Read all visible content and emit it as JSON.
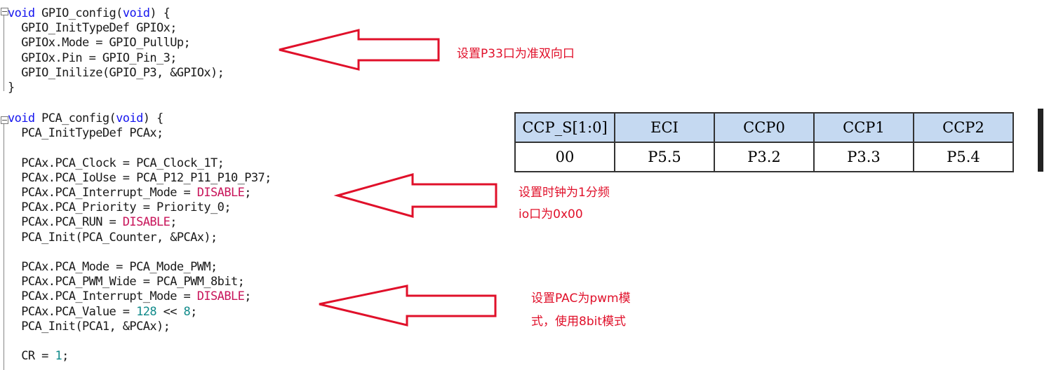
{
  "code": {
    "gpio_block": [
      [
        {
          "t": "void",
          "c": "kw"
        },
        {
          "t": " GPIO_config("
        },
        {
          "t": "void",
          "c": "kw"
        },
        {
          "t": ") {"
        }
      ],
      [
        {
          "t": "  GPIO_InitTypeDef GPIOx;"
        }
      ],
      [
        {
          "t": "  GPIOx.Mode = GPIO_PullUp;"
        }
      ],
      [
        {
          "t": "  GPIOx.Pin = GPIO_Pin_3;"
        }
      ],
      [
        {
          "t": "  GPIO_Inilize(GPIO_P3, &GPIOx);"
        }
      ],
      [
        {
          "t": "}"
        }
      ]
    ],
    "pca_block": [
      [
        {
          "t": "void",
          "c": "kw"
        },
        {
          "t": " PCA_config("
        },
        {
          "t": "void",
          "c": "kw"
        },
        {
          "t": ") {"
        }
      ],
      [
        {
          "t": "  PCA_InitTypeDef PCAx;"
        }
      ],
      [
        {
          "t": ""
        }
      ],
      [
        {
          "t": "  PCAx.PCA_Clock = PCA_Clock_1T;"
        }
      ],
      [
        {
          "t": "  PCAx.PCA_IoUse = PCA_P12_P11_P10_P37;"
        }
      ],
      [
        {
          "t": "  PCAx.PCA_Interrupt_Mode = "
        },
        {
          "t": "DISABLE",
          "c": "mac"
        },
        {
          "t": ";"
        }
      ],
      [
        {
          "t": "  PCAx.PCA_Priority = Priority_0;"
        }
      ],
      [
        {
          "t": "  PCAx.PCA_RUN = "
        },
        {
          "t": "DISABLE",
          "c": "mac"
        },
        {
          "t": ";"
        }
      ],
      [
        {
          "t": "  PCA_Init(PCA_Counter, &PCAx);"
        }
      ],
      [
        {
          "t": ""
        }
      ],
      [
        {
          "t": "  PCAx.PCA_Mode = PCA_Mode_PWM;"
        }
      ],
      [
        {
          "t": "  PCAx.PCA_PWM_Wide = PCA_PWM_8bit;"
        }
      ],
      [
        {
          "t": "  PCAx.PCA_Interrupt_Mode = "
        },
        {
          "t": "DISABLE",
          "c": "mac"
        },
        {
          "t": ";"
        }
      ],
      [
        {
          "t": "  PCAx.PCA_Value = "
        },
        {
          "t": "128",
          "c": "num"
        },
        {
          "t": " << "
        },
        {
          "t": "8",
          "c": "num"
        },
        {
          "t": ";"
        }
      ],
      [
        {
          "t": "  PCA_Init(PCA1, &PCAx);"
        }
      ],
      [
        {
          "t": ""
        }
      ],
      [
        {
          "t": "  CR = "
        },
        {
          "t": "1",
          "c": "num"
        },
        {
          "t": ";"
        }
      ]
    ]
  },
  "annotations": {
    "gpio_note": "设置P33口为准双向口",
    "clock_note_1": "设置时钟为1分频",
    "clock_note_2": "io口为0x00",
    "pwm_note_1": "设置PAC为pwm模",
    "pwm_note_2": "式，使用8bit模式"
  },
  "ccp_table": {
    "headers": [
      "CCP_S[1:0]",
      "ECI",
      "CCP0",
      "CCP1",
      "CCP2"
    ],
    "row": [
      "00",
      "P5.5",
      "P3.2",
      "P3.3",
      "P5.4"
    ]
  },
  "colors": {
    "keyword": "#1414ee",
    "macro": "#c8145a",
    "number": "#108a8a",
    "annotation": "#e0102a",
    "table_header_bg": "#c5d9f1"
  }
}
